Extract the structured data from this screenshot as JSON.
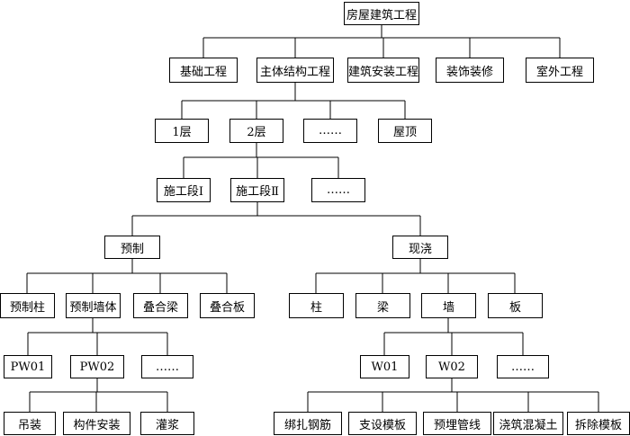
{
  "nodes": {
    "root": "房屋建筑工程",
    "l1_foundation": "基础工程",
    "l1_main": "主体结构工程",
    "l1_install": "建筑安装工程",
    "l1_decoration": "装饰装修",
    "l1_outdoor": "室外工程",
    "floor_1": "1层",
    "floor_2": "2层",
    "floor_more": "……",
    "floor_roof": "屋顶",
    "section_1": "施工段Ⅰ",
    "section_2": "施工段Ⅱ",
    "section_more": "……",
    "prefab": "预制",
    "castinplace": "现浇",
    "prefab_column": "预制柱",
    "prefab_wall": "预制墙体",
    "composite_beam": "叠合梁",
    "composite_slab": "叠合板",
    "cip_column": "柱",
    "cip_beam": "梁",
    "cip_wall": "墙",
    "cip_slab": "板",
    "pw01": "PW01",
    "pw02": "PW02",
    "pw_more": "……",
    "w01": "W01",
    "w02": "W02",
    "w_more": "……",
    "hoisting": "吊装",
    "component_install": "构件安装",
    "grouting": "灌浆",
    "rebar_binding": "绑扎钢筋",
    "formwork_erect": "支设模板",
    "pipe_embed": "预埋管线",
    "concrete_pour": "浇筑混凝土",
    "formwork_remove": "拆除模板"
  }
}
